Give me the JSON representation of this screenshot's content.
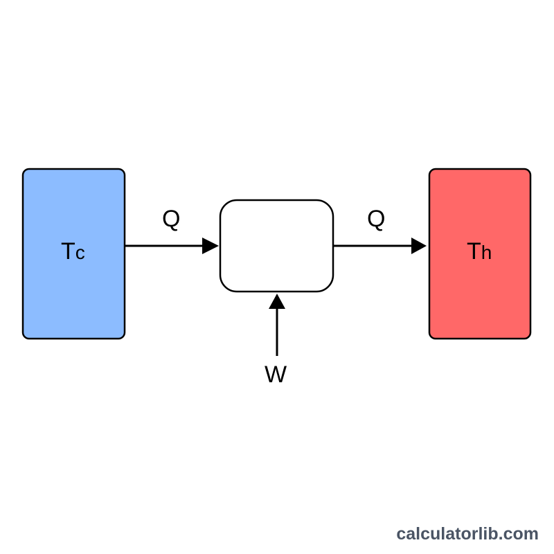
{
  "diagram": {
    "cold_reservoir": {
      "symbol": "T",
      "subscript": "c",
      "fill_color": "#8cbcff"
    },
    "hot_reservoir": {
      "symbol": "T",
      "subscript": "h",
      "fill_color": "#ff6868"
    },
    "engine": {
      "fill_color": "#ffffff"
    },
    "heat_in_label": "Q",
    "heat_out_label": "Q",
    "work_label": "W",
    "stroke_color": "#000000"
  },
  "watermark": {
    "text": "calculatorlib.com",
    "color": "#4a5464"
  }
}
